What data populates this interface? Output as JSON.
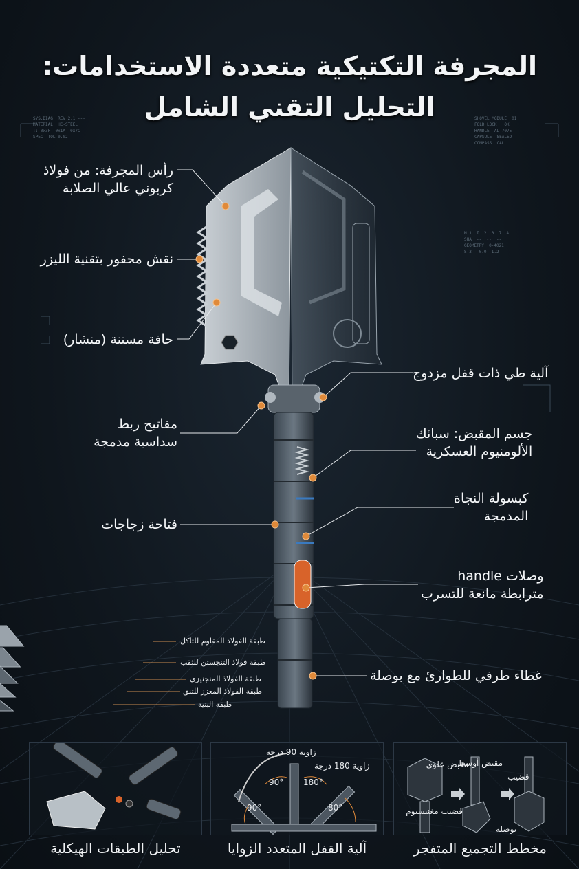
{
  "title": {
    "line1": "المجرفة التكتيكية متعددة الاستخدامات:",
    "line2": "التحليل التقني الشامل"
  },
  "callouts_left": [
    {
      "line1": "رأس المجرفة: من فولاذ",
      "line2": "كربوني عالي الصلابة"
    },
    {
      "line1": "نقش محفور بتقنية الليزر"
    },
    {
      "line1": "حافة مسننة (منشار)"
    },
    {
      "line1": "مفاتيح ربط",
      "line2": "سداسية مدمجة"
    },
    {
      "line1": "فتاحة زجاجات"
    }
  ],
  "callouts_right": [
    {
      "line1": "آلية طي ذات قفل مزدوج"
    },
    {
      "line1": "جسم المقبض: سبائك",
      "line2": "الألومنيوم العسكرية"
    },
    {
      "line1": "كبسولة النجاة",
      "line2": "المدمجة"
    },
    {
      "line1": "وصلات handle",
      "line2": "مترابطة مانعة للتسرب"
    },
    {
      "line1": "غطاء طرفي للطوارئ مع بوصلة"
    }
  ],
  "layers": [
    "طبقة الفولاذ المقاوم للتآكل",
    "طبقة فولاذ التنجستن للثقب",
    "طبقة الفولاذ المنجنيزي",
    "طبقة الفولاذ المعزز للتنق",
    "طبقة البنية"
  ],
  "panels": {
    "angles": {
      "label90": "زاوية 90 درجة",
      "label180": "زاوية 180 درجة",
      "a1": "90°",
      "a2": "180°",
      "a3": "90°",
      "a4": "80°"
    },
    "assembly": {
      "upper": "مقبض علوي",
      "middle": "مقبض أوسط",
      "rod": "قضيب",
      "magnesium": "قضيب مغنيسيوم",
      "compass": "بوصلة"
    }
  },
  "captions": [
    "تحليل الطبقات الهيكلية",
    "آلية القفل المتعدد الزوايا",
    "مخطط التجميع المتفجر"
  ],
  "colors": {
    "accent": "#e08a3a",
    "background": "#0d1319",
    "steel": "#aab3bb"
  }
}
